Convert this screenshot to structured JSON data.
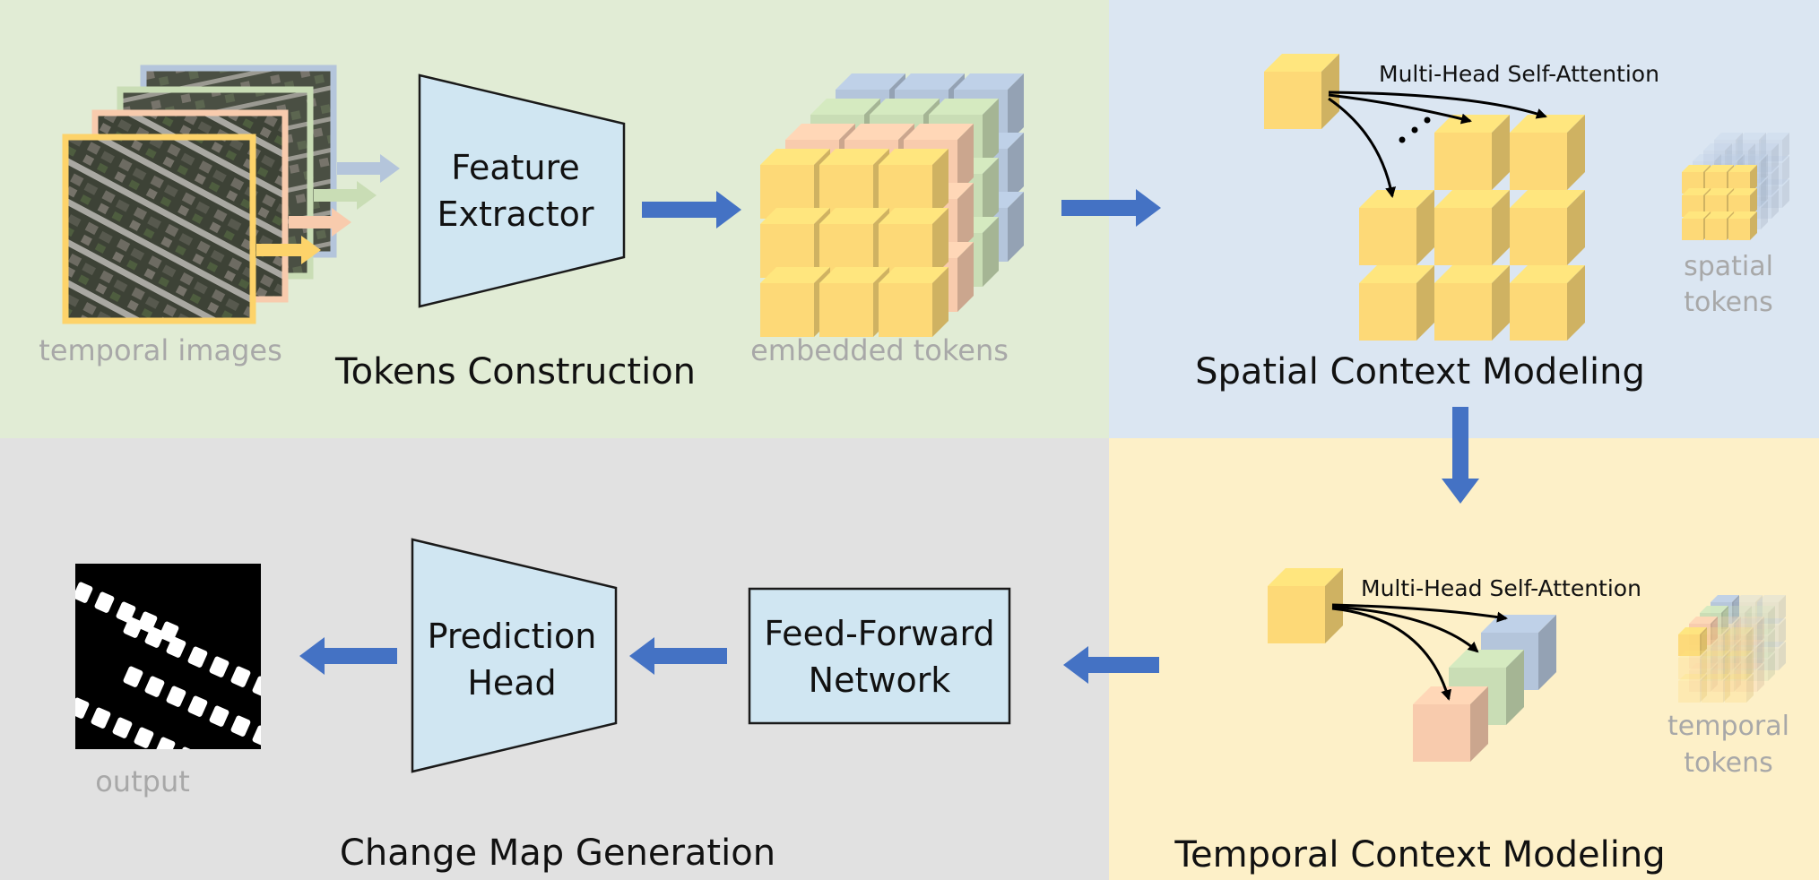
{
  "sections": {
    "tokens_construction": {
      "title": "Tokens Construction",
      "bg": "#e1ecd5"
    },
    "spatial_context": {
      "title": "Spatial Context Modeling",
      "bg": "#dbe6f2"
    },
    "temporal_context": {
      "title": "Temporal Context Modeling",
      "bg": "#fdf0c8"
    },
    "change_map": {
      "title": "Change Map Generation",
      "bg": "#e1e1e1"
    }
  },
  "labels": {
    "temporal_images": "temporal images",
    "embedded_tokens": "embedded tokens",
    "spatial_tokens": [
      "spatial",
      "tokens"
    ],
    "temporal_tokens": [
      "temporal",
      "tokens"
    ],
    "output": "output",
    "attention_spatial": "Multi-Head Self-Attention",
    "attention_temporal": "Multi-Head Self-Attention"
  },
  "blocks": {
    "feature_extractor": [
      "Feature",
      "Extractor"
    ],
    "prediction_head": [
      "Prediction",
      "Head"
    ],
    "feed_forward": [
      "Feed-Forward",
      "Network"
    ]
  },
  "colors": {
    "arrow": "#4472c4",
    "block_fill": "#d0e6f2",
    "token_yellow": "#fdd977",
    "token_orange": "#f8cbad",
    "token_green": "#c9ddb5",
    "token_blue": "#b4c5db",
    "image_frame_yellow": "#fdd36a"
  }
}
